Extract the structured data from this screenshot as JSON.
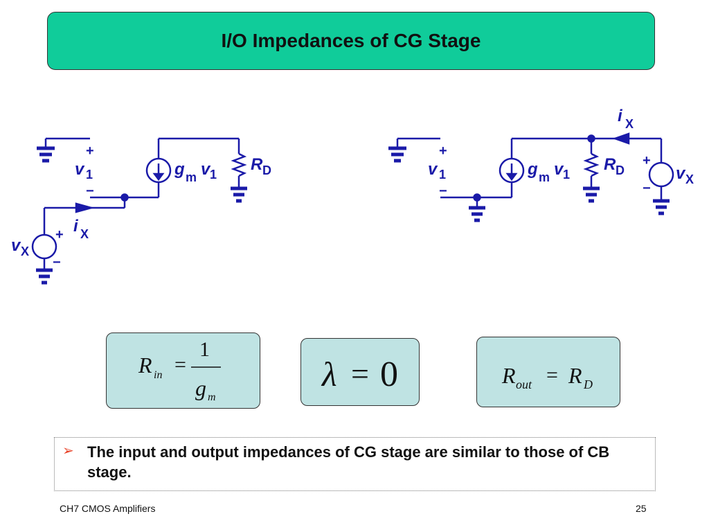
{
  "title": "I/O Impedances of CG Stage",
  "circuit_left": {
    "plus1": "+",
    "v1": "v",
    "v1_sub": "1",
    "minus1": "−",
    "gm": "g",
    "gm_sub": "m",
    "gm_v": "v",
    "gm_v_sub": "1",
    "rd": "R",
    "rd_sub": "D",
    "ix": "i",
    "ix_sub": "X",
    "vx": "v",
    "vx_sub": "X",
    "plus2": "+",
    "minus2": "−"
  },
  "circuit_right": {
    "plus1": "+",
    "v1": "v",
    "v1_sub": "1",
    "minus1": "−",
    "gm": "g",
    "gm_sub": "m",
    "gm_v": "v",
    "gm_v_sub": "1",
    "rd": "R",
    "rd_sub": "D",
    "ix": "i",
    "ix_sub": "X",
    "vx": "v",
    "vx_sub": "X",
    "plus2": "+",
    "minus2": "−"
  },
  "formulas": {
    "rin": {
      "lhs": "R",
      "lhs_sub": "in",
      "eq": "=",
      "num": "1",
      "den": "g",
      "den_sub": "m"
    },
    "lambda": {
      "lhs": "λ",
      "eq": "=",
      "rhs": "0"
    },
    "rout": {
      "lhs": "R",
      "lhs_sub": "out",
      "eq": "=",
      "rhs": "R",
      "rhs_sub": "D"
    }
  },
  "bullet": {
    "marker": "➢",
    "text": "The input and output impedances of CG stage are  similar to those of CB stage."
  },
  "footer": {
    "course": "CH7 CMOS Amplifiers",
    "page": "25"
  },
  "colors": {
    "wire": "#1a1aa8",
    "title_bg": "#10cc9a",
    "formula_bg": "#bfe3e3",
    "bullet_marker": "#e8442a"
  }
}
